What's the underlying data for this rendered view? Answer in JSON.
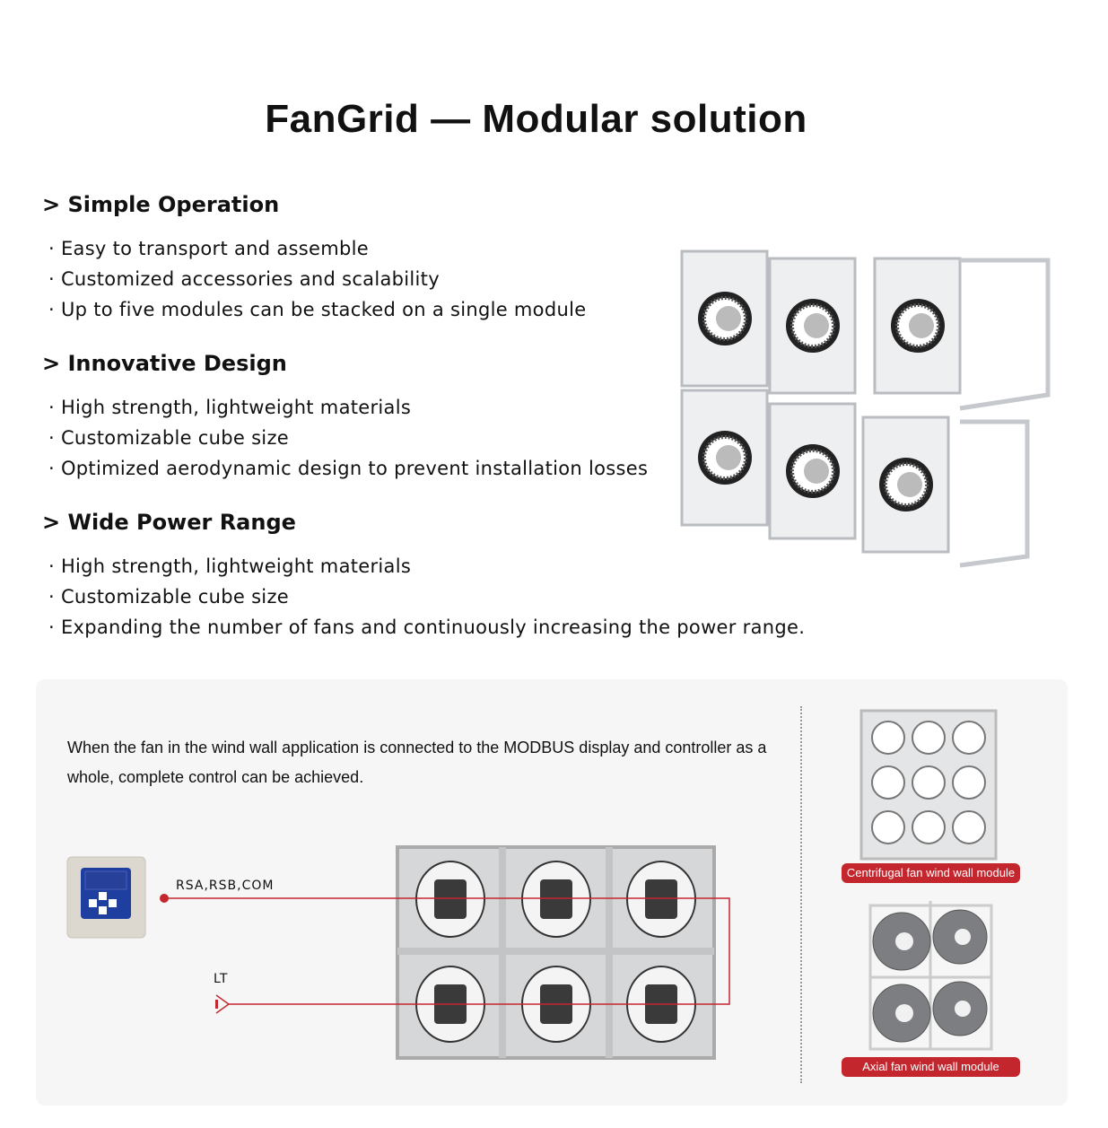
{
  "title": "FanGrid — Modular solution",
  "sections": [
    {
      "heading": "> Simple Operation",
      "bullets": [
        "· Easy to transport and assemble",
        "· Customized accessories and scalability",
        "· Up to five modules can be stacked on a single module"
      ]
    },
    {
      "heading": "> Innovative Design",
      "bullets": [
        "· High strength, lightweight materials",
        "· Customizable cube size",
        "· Optimized aerodynamic design to prevent installation losses"
      ]
    },
    {
      "heading": "> Wide Power Range",
      "bullets": [
        "· High strength, lightweight materials",
        "· Customizable cube size",
        "· Expanding the number of fans and continuously increasing the power range."
      ]
    }
  ],
  "panel": {
    "description": "When the fan in the wind wall application is connected to the MODBUS display and controller as a whole, complete control can be achieved.",
    "signal_label": "RSA,RSB,COM",
    "lt_label": "LT",
    "centrifugal_label": "Centrifugal fan wind wall module",
    "axial_label": "Axial fan wind wall module"
  },
  "colors": {
    "accent": "#c4262e",
    "panel_bg": "#f6f6f6",
    "controller_screen": "#1f3fa0"
  }
}
